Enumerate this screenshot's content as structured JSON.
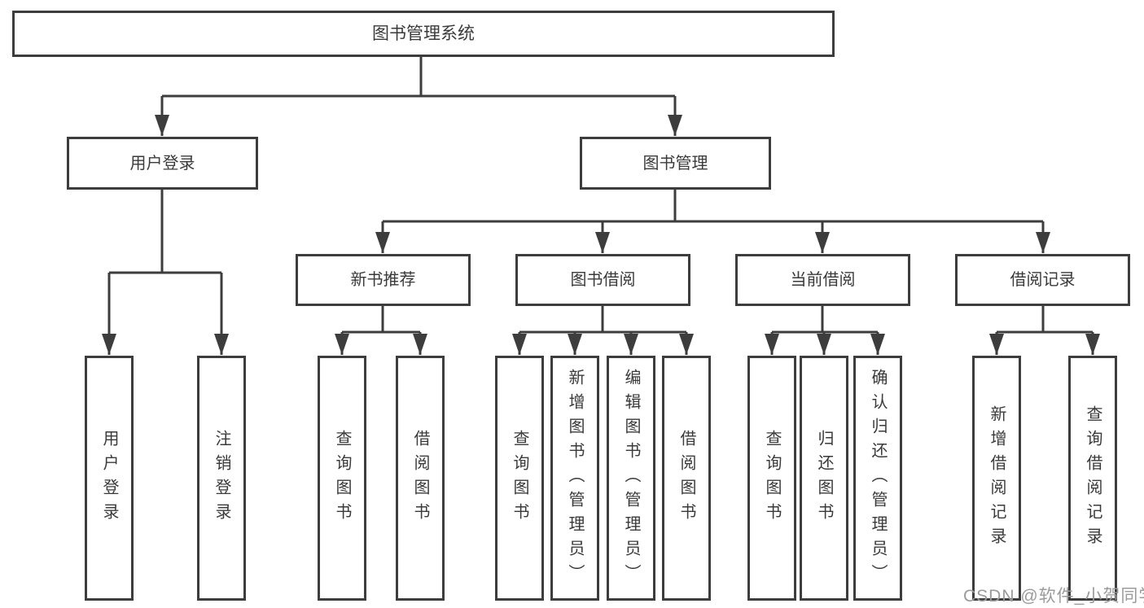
{
  "tree": {
    "root": "图书管理系统",
    "branches": [
      {
        "label": "用户登录",
        "children": [
          "用户登录",
          "注销登录"
        ]
      },
      {
        "label": "图书管理",
        "groups": [
          {
            "label": "新书推荐",
            "children": [
              "查询图书",
              "借阅图书"
            ]
          },
          {
            "label": "图书借阅",
            "children": [
              "查询图书",
              "新增图书（管理员）",
              "编辑图书（管理员）",
              "借阅图书"
            ]
          },
          {
            "label": "当前借阅",
            "children": [
              "查询图书",
              "归还图书",
              "确认归还（管理员）"
            ]
          },
          {
            "label": "借阅记录",
            "children": [
              "新增借阅记录",
              "查询借阅记录"
            ]
          }
        ]
      }
    ]
  },
  "watermark": "CSDN @软件_小贺同学",
  "colors": {
    "background": "#ffffff",
    "box_border": "#3d3d3d",
    "connector_line": "#3d3d3d",
    "text": "#3a3a3a",
    "watermark_text": "#9b9b9b"
  }
}
